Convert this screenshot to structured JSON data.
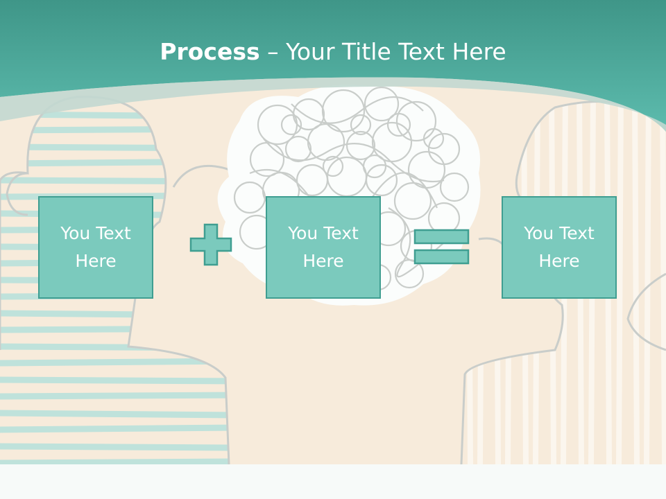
{
  "slide": {
    "title_bold": "Process",
    "title_rest": " – Your Title Text Here"
  },
  "boxes": [
    {
      "text": "You Text Here"
    },
    {
      "text": "You Text Here"
    },
    {
      "text": "You Text Here"
    }
  ],
  "operators": [
    "plus",
    "equals"
  ],
  "colors": {
    "header": "#4db3a6",
    "box_fill": "#7bcabd",
    "box_border": "#3f9e91",
    "background": "#f7ebdb",
    "stripe": "#bfe2db"
  }
}
